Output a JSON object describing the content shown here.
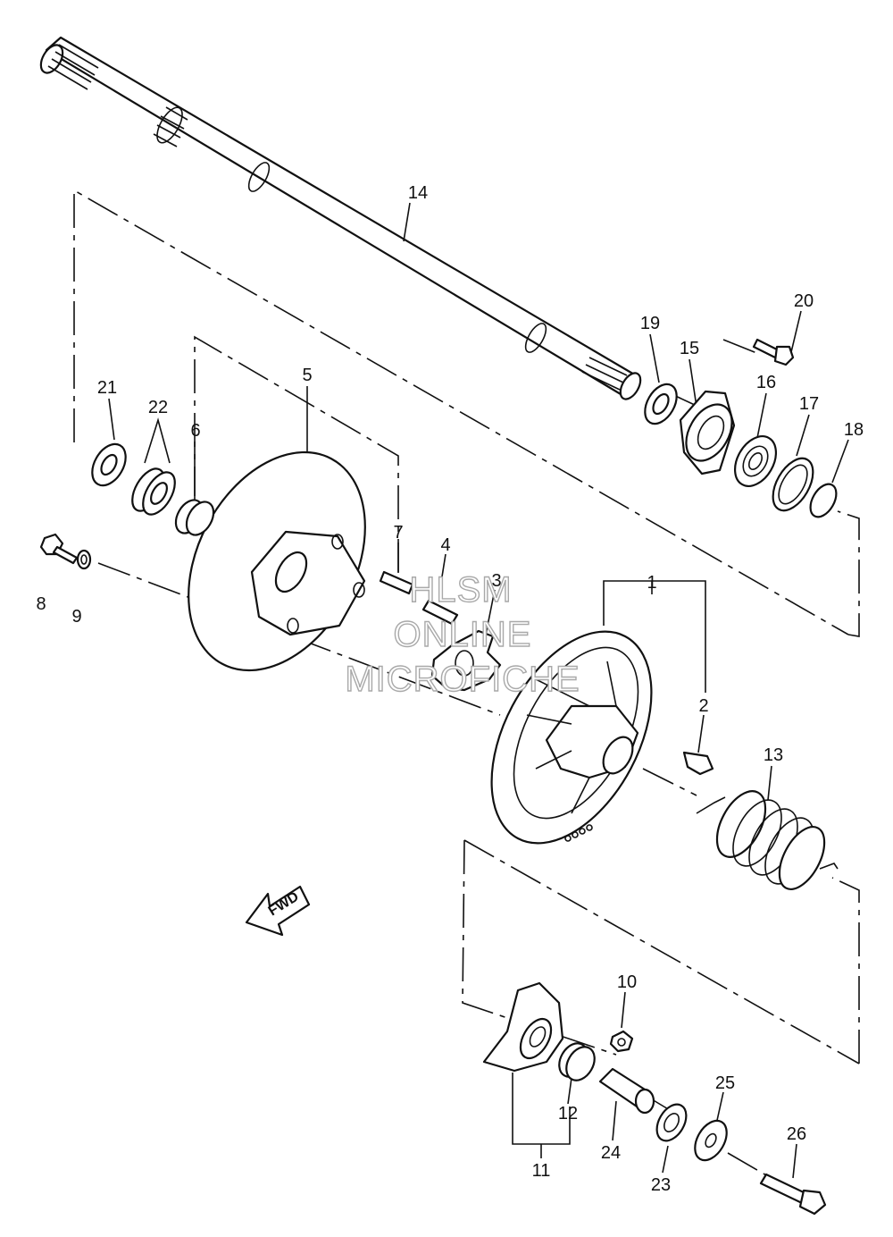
{
  "diagram": {
    "labels": {
      "p1": "1",
      "p2": "2",
      "p3": "3",
      "p4": "4",
      "p5": "5",
      "p6": "6",
      "p7": "7",
      "p8": "8",
      "p9": "9",
      "p10": "10",
      "p11": "11",
      "p12": "12",
      "p13": "13",
      "p14": "14",
      "p15": "15",
      "p16": "16",
      "p17": "17",
      "p18": "18",
      "p19": "19",
      "p20": "20",
      "p21": "21",
      "p22": "22",
      "p23": "23",
      "p24": "24",
      "p25": "25",
      "p26": "26"
    },
    "fwd_label": "FWD"
  },
  "watermark": {
    "line1": "HLSM",
    "line2": "ONLINE",
    "line3": "MICROFICHE"
  }
}
